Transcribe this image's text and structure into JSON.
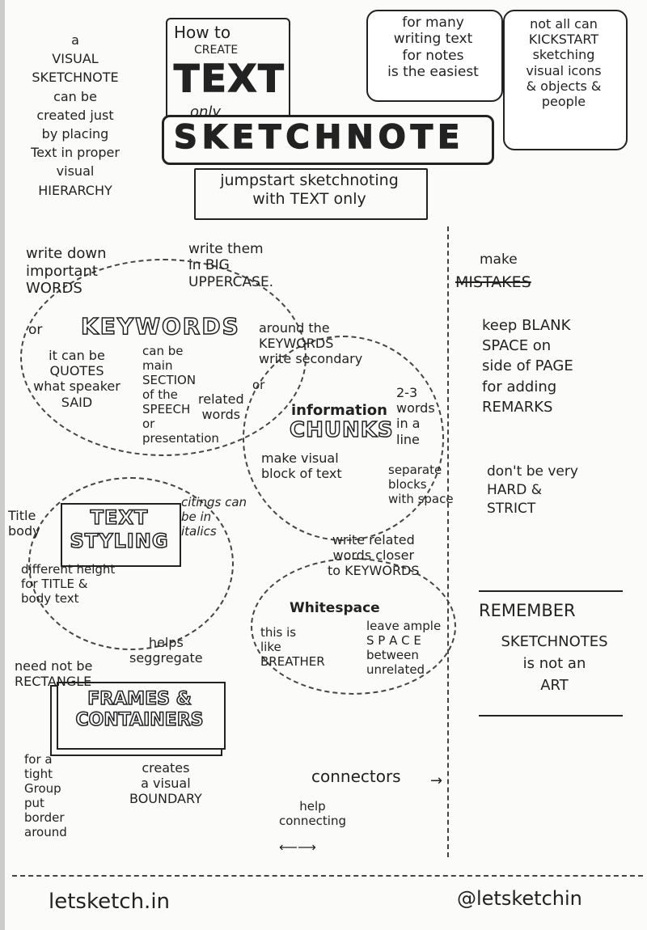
{
  "intro": "a\nVISUAL\nSKETCHNOTE\ncan be\ncreated just\nby placing\nText in proper\nvisual\nHIERARCHY",
  "title": {
    "line1": "How to",
    "line2": "CREATE",
    "line3": "TEXT",
    "line4": "only",
    "line5": "SKETCHNOTE"
  },
  "ribbon": "jumpstart sketchnoting\nwith TEXT only",
  "bubble1": "for many\nwriting text\nfor notes\nis the easiest",
  "bubble2": "not all can\nKICKSTART\nsketching\nvisual icons\n& objects &\npeople",
  "keywords": {
    "heading": "KEYWORDS",
    "write_down": "write down\nimportant\nWORDS",
    "write_big": "write them\nin BIG\nUPPERCASE.",
    "or1": "or",
    "quotes": "it can be\nQUOTES\nwhat speaker\nSAID",
    "section": "can be\nmain\nSECTION\nof the\nSPEECH\nor\npresentation",
    "or2": "or",
    "related": "related\nwords"
  },
  "chunks": {
    "heading1": "information",
    "heading2": "CHUNKS",
    "around": "around the\nKEYWORDS\nwrite secondary",
    "words": "2-3\nwords\nin a\nline",
    "block": "make visual\nblock of text",
    "separate": "separate\nblocks\nwith space"
  },
  "styling": {
    "heading": "TEXT\nSTYLING",
    "title_body": "Title\nbody",
    "citings": "citings can\nbe in\nitalics",
    "height": "different height\nfor TITLE &\nbody text",
    "helps": "helps\nseggregate"
  },
  "whitespace": {
    "heading": "Whitespace",
    "closer": "write related\nwords closer\nto KEYWORDS",
    "breather": "this is\nlike\nBREATHER",
    "ample": "leave ample\nS P A C E\nbetween\nunrelated"
  },
  "frames": {
    "heading": "FRAMES &\nCONTAINERS",
    "rect": "need not be\nRECTANGLE",
    "tight": "for a\ntight\nGroup\nput\nborder\naround",
    "boundary": "creates\na visual\nBOUNDARY"
  },
  "connectors": {
    "heading": "connectors",
    "help": "help\nconnecting"
  },
  "sidebar": {
    "make": "make",
    "mistakes": "MISTAKES",
    "blank": "keep BLANK\nSPACE on\nside of PAGE\nfor adding\nREMARKS",
    "dont": "don't be very\nHARD &\nSTRICT",
    "remember": "REMEMBER",
    "art": "SKETCHNOTES\nis not an\nART"
  },
  "footer": {
    "site": "letsketch.in",
    "handle": "@letsketchin"
  }
}
